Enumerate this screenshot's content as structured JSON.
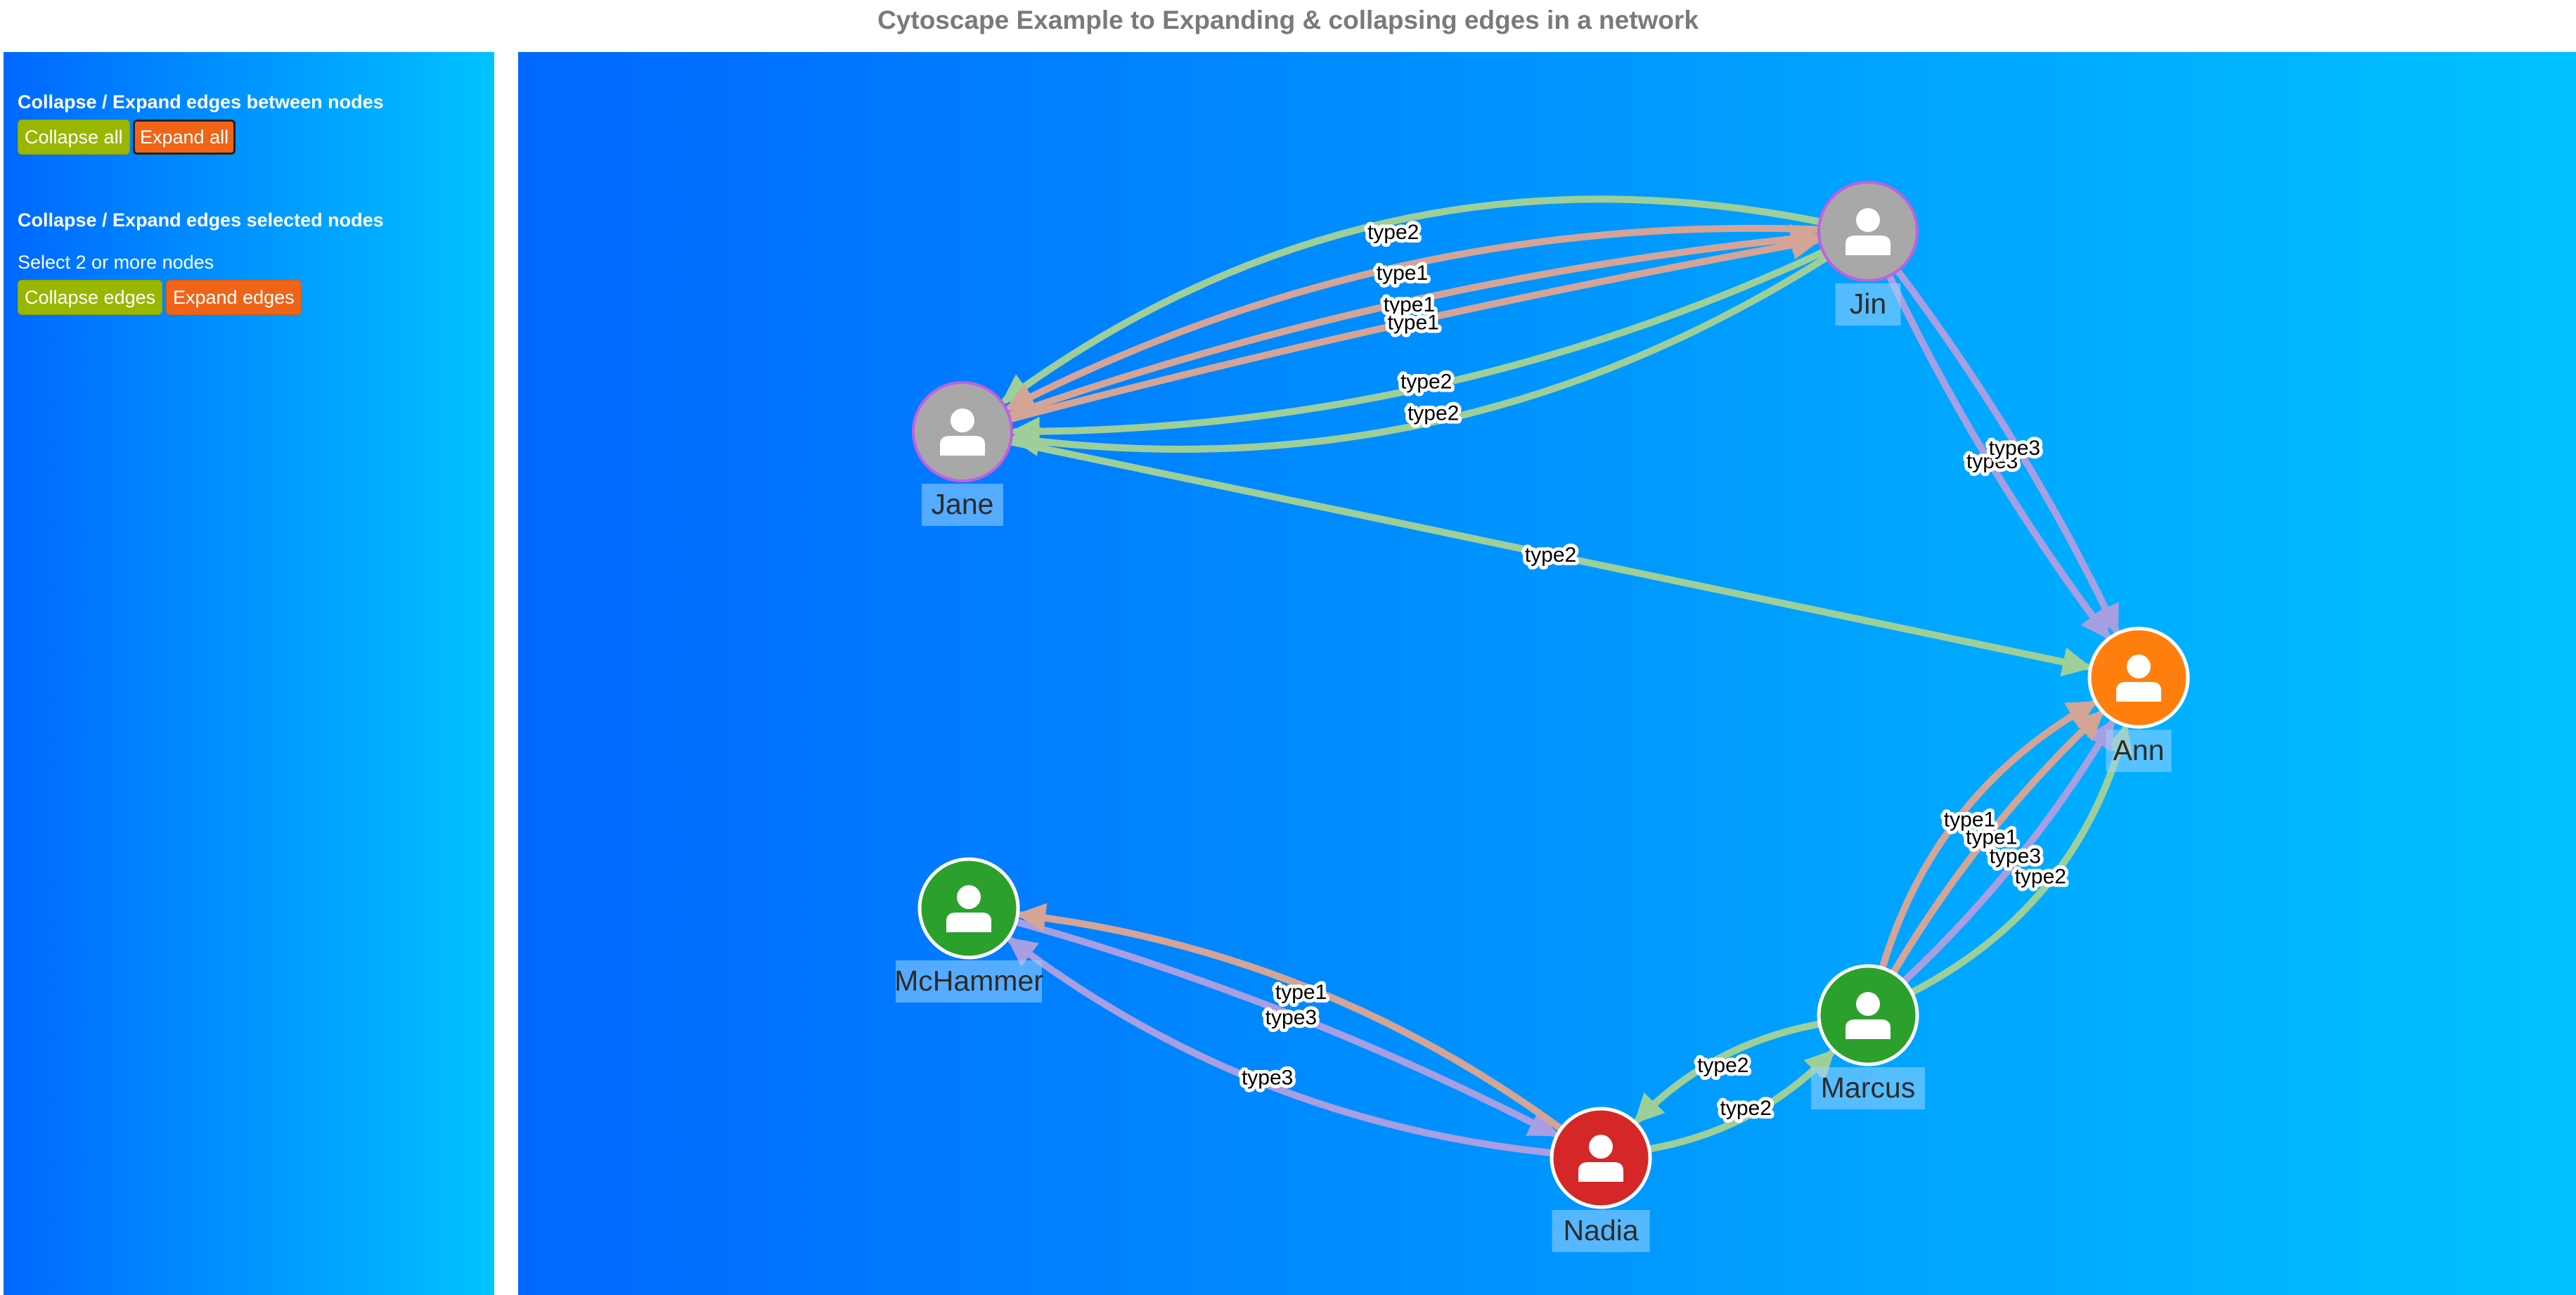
{
  "page": {
    "title": "Cytoscape Example to Expanding & collapsing edges in a network"
  },
  "sidebar": {
    "between_nodes": {
      "title": "Collapse / Expand edges between nodes",
      "collapse_label": "Collapse all",
      "expand_label": "Expand all"
    },
    "selected_nodes": {
      "title": "Collapse / Expand edges selected nodes",
      "hint": "Select 2 or more nodes",
      "collapse_label": "Collapse edges",
      "expand_label": "Expand edges"
    }
  },
  "colors": {
    "panel_gradient_start": "#0068ff",
    "panel_gradient_end": "#00c2ff",
    "collapse_button": "#99b600",
    "expand_button": "#f06418",
    "type1_edge": "#d4a496",
    "type2_edge": "#9ecf98",
    "type3_edge": "#a89ee2",
    "node_gray": "#a8a8a8",
    "node_orange": "#ff7f0e",
    "node_green": "#2ca02c",
    "node_red": "#d62728",
    "selected_border": "#c060e0"
  },
  "graph": {
    "nodes": [
      {
        "id": "jin",
        "label": "Jin",
        "color": "#a8a8a8",
        "selected": true,
        "icon": "person-icon"
      },
      {
        "id": "jane",
        "label": "Jane",
        "color": "#a8a8a8",
        "selected": true,
        "icon": "person-icon"
      },
      {
        "id": "ann",
        "label": "Ann",
        "color": "#ff7f0e",
        "selected": false,
        "icon": "person-icon"
      },
      {
        "id": "mchammer",
        "label": "McHammer",
        "color": "#2ca02c",
        "selected": false,
        "icon": "person-icon"
      },
      {
        "id": "marcus",
        "label": "Marcus",
        "color": "#2ca02c",
        "selected": false,
        "icon": "person-icon"
      },
      {
        "id": "nadia",
        "label": "Nadia",
        "color": "#d62728",
        "selected": false,
        "icon": "person-icon"
      }
    ],
    "edges": [
      {
        "source": "jin",
        "target": "jane",
        "label": "type2"
      },
      {
        "source": "jin",
        "target": "jane",
        "label": "type1"
      },
      {
        "source": "jane",
        "target": "jin",
        "label": "type1"
      },
      {
        "source": "jane",
        "target": "jin",
        "label": "type1"
      },
      {
        "source": "jin",
        "target": "jane",
        "label": "type2"
      },
      {
        "source": "jin",
        "target": "jane",
        "label": "type2"
      },
      {
        "source": "jin",
        "target": "ann",
        "label": "type3"
      },
      {
        "source": "jin",
        "target": "ann",
        "label": "type3"
      },
      {
        "source": "jane",
        "target": "ann",
        "label": "type2"
      },
      {
        "source": "marcus",
        "target": "ann",
        "label": "type2"
      },
      {
        "source": "marcus",
        "target": "ann",
        "label": "type3"
      },
      {
        "source": "marcus",
        "target": "ann",
        "label": "type1"
      },
      {
        "source": "marcus",
        "target": "ann",
        "label": "type1"
      },
      {
        "source": "nadia",
        "target": "mchammer",
        "label": "type3"
      },
      {
        "source": "mchammer",
        "target": "nadia",
        "label": "type3"
      },
      {
        "source": "nadia",
        "target": "mchammer",
        "label": "type1"
      },
      {
        "source": "marcus",
        "target": "nadia",
        "label": "type2"
      },
      {
        "source": "nadia",
        "target": "marcus",
        "label": "type2"
      }
    ]
  }
}
